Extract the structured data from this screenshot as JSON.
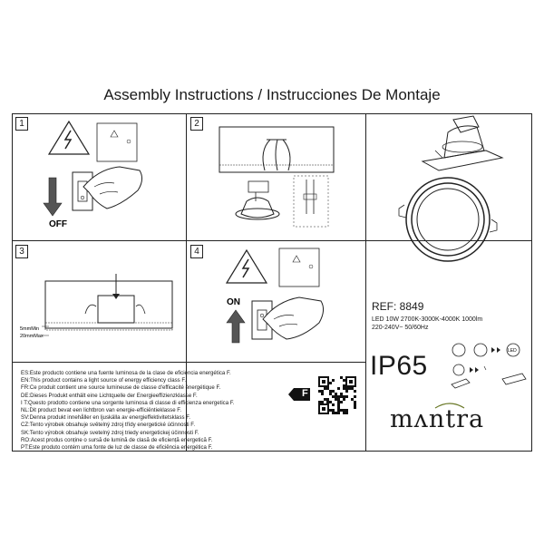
{
  "header": {
    "title": "Assembly Instructions / Instrucciones De Montaje"
  },
  "steps": [
    {
      "number": "1",
      "switch_label": "OFF"
    },
    {
      "number": "2"
    },
    {
      "number": "3",
      "dim_min": "5mmMin",
      "dim_max": "20mmMax"
    },
    {
      "number": "4",
      "switch_label": "ON"
    }
  ],
  "product": {
    "ref": "REF: 8849",
    "spec_line1": "LED 10W 2700K-3000K-4000K 1000lm",
    "spec_line2": "220-240V~ 50/60Hz",
    "ip_rating": "IP65",
    "cct_label": "LED"
  },
  "energy": {
    "class_letter": "F",
    "lines": [
      "ES:Este producto contiene una fuente luminosa de la clase de eficiencia energética F.",
      "EN:This product contains a light source of energy efficiency class F.",
      "FR:Ce produit contient une source lumineuse de classe d'efficacité énergétique F.",
      "DE:Dieses Produkt enthält eine Lichtquelle der Energieeffizienzklasse F.",
      "I T:Questo prodotto contiene una sorgente luminosa di classe di efficienza energetica F.",
      "NL:Dit product bevat een lichtbron van energie-efficiëntieklasse F.",
      "SV:Denna produkt innehåller en ljuskälla av energieffektivitetsklass F.",
      "CZ:Tento výrobek obsahuje světelný zdroj třídy energetické účinnosti F.",
      "SK:Tento výrobok obsahuje svetelný zdroj triedy energetickej účinnosti F.",
      "RO:Acest produs conține o sursă de lumină de clasă de eficiență energetică F.",
      "PT:Este produto contém uma fonte de luz de classe de eficiência energética F."
    ]
  },
  "brand": {
    "name": "mʌntra"
  },
  "icons": [
    "warning-shock-icon",
    "label-tag-icon",
    "switch-icon",
    "down-arrow-icon",
    "up-arrow-icon",
    "qr-code-icon",
    "downlight-icon",
    "cct-selector-icon",
    "connector-icon"
  ],
  "colors": {
    "line": "#222222",
    "badge": "#111111",
    "brand_accent": "#6b7a2a"
  }
}
